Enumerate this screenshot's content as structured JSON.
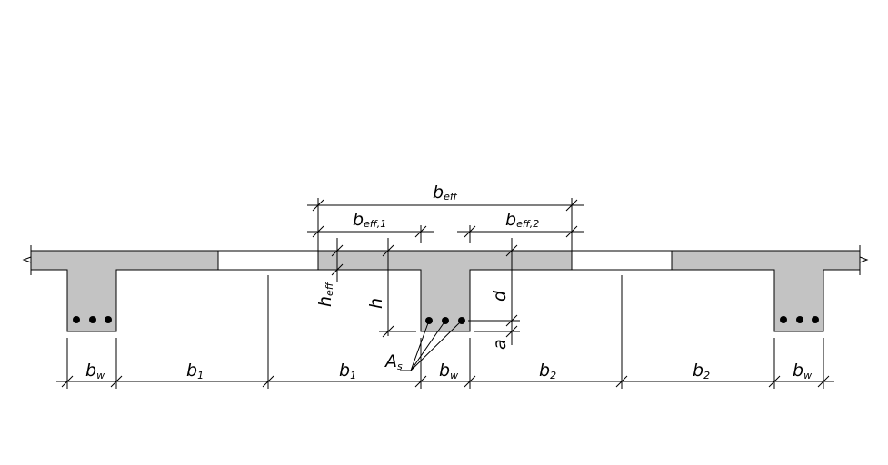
{
  "labels": {
    "b_eff": {
      "main": "b",
      "sub": "eff"
    },
    "b_eff1": {
      "main": "b",
      "sub": "eff,1"
    },
    "b_eff2": {
      "main": "b",
      "sub": "eff,2"
    },
    "h_eff": {
      "main": "h",
      "sub": "eff"
    },
    "h": {
      "main": "h"
    },
    "d": {
      "main": "d"
    },
    "a": {
      "main": "a"
    },
    "As": {
      "main": "A",
      "sub": "s"
    },
    "bw": {
      "main": "b",
      "sub": "w"
    },
    "b1": {
      "main": "b",
      "sub": "1"
    },
    "b2": {
      "main": "b",
      "sub": "2"
    }
  },
  "colors": {
    "concrete": "#c3c3c3",
    "line": "#000000"
  }
}
